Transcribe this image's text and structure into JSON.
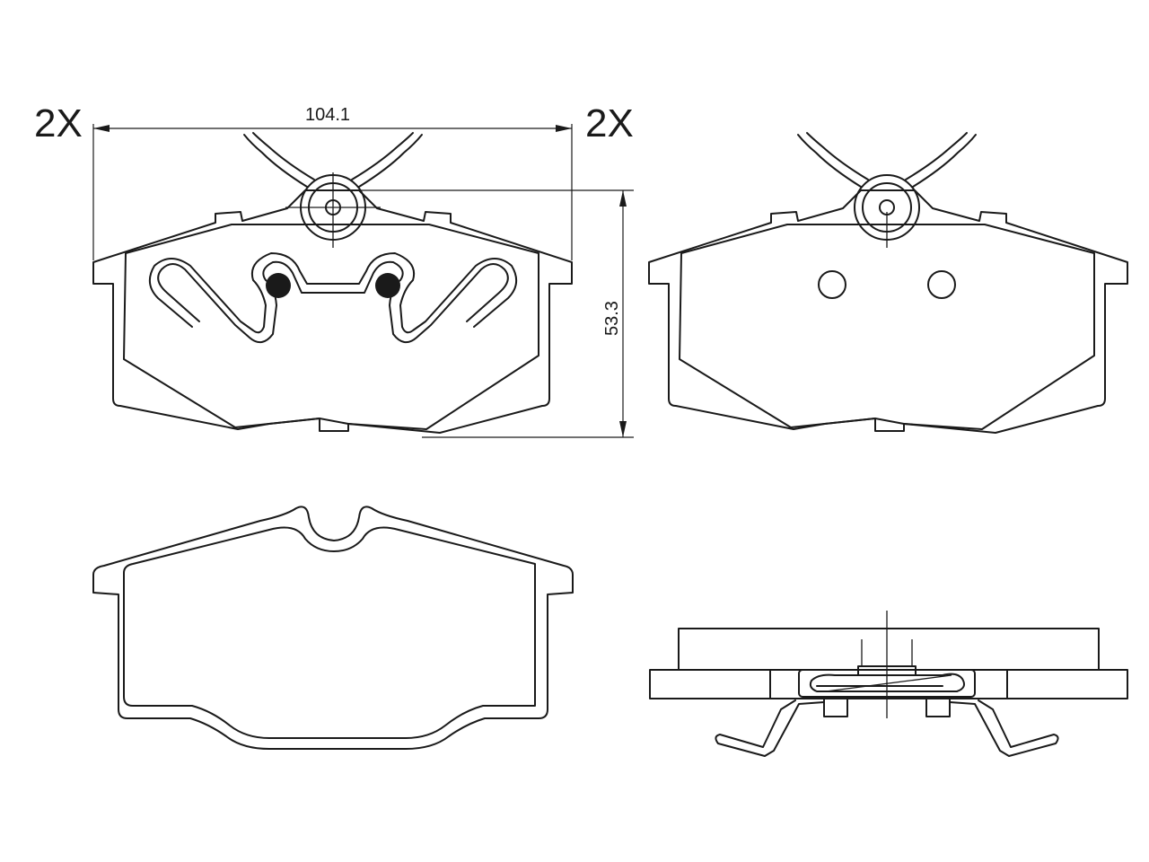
{
  "annotations": {
    "quantity_left": "2X",
    "quantity_right": "2X",
    "width_dimension": "104.1",
    "height_dimension": "53.3"
  },
  "colors": {
    "line": "#1a1a1a",
    "background": "#ffffff"
  }
}
